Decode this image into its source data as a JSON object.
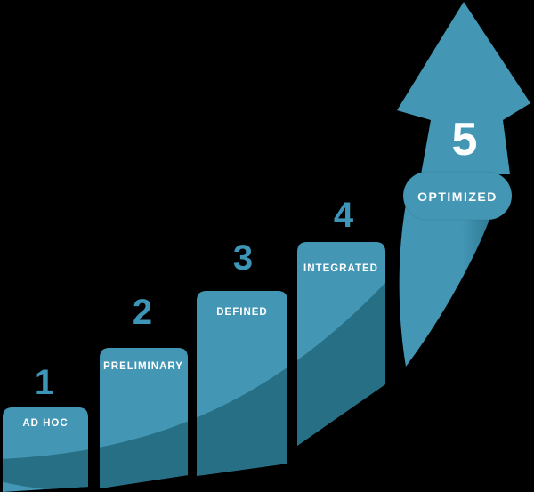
{
  "colors": {
    "background": "#000000",
    "bar_fill": "#4397B5",
    "band_fill": "#266F84",
    "number_fill": "#3D95B8",
    "tail_shadow_fill": "#27708A",
    "text_fill": "#FFFFFF"
  },
  "levels": [
    {
      "number": "1",
      "label": "AD HOC"
    },
    {
      "number": "2",
      "label": "PRELIMINARY"
    },
    {
      "number": "3",
      "label": "DEFINED"
    },
    {
      "number": "4",
      "label": "INTEGRATED"
    },
    {
      "number": "5",
      "label": "OPTIMIZED"
    }
  ]
}
